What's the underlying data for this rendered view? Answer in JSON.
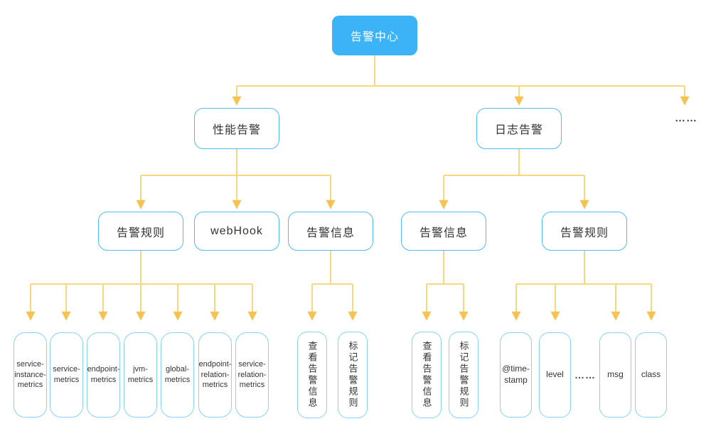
{
  "colors": {
    "root_bg": "#3BB3F6",
    "root_text": "#FFFFFF",
    "node_border": "#4FBCF7",
    "leaf_border": "#86D2F8",
    "node_text": "#333333",
    "connector_line": "#FAD67D",
    "connector_arrow": "#F7C24F",
    "ellipsis_text": "#4A4A4A"
  },
  "tree": {
    "root": {
      "label": "告警中心"
    },
    "more_branches_ellipsis": "……",
    "performance": {
      "label": "性能告警",
      "rules": {
        "label": "告警规则",
        "leaves": [
          "service-instance-metrics",
          "service-metrics",
          "endpoint-metrics",
          "jvm-metrics",
          "global-metrics",
          "endpoint-relation-metrics",
          "service-relation-metrics"
        ]
      },
      "webhook": {
        "label": "webHook"
      },
      "info": {
        "label": "告警信息",
        "leaves": [
          "查看告警信息",
          "标记告警规则"
        ]
      }
    },
    "log": {
      "label": "日志告警",
      "info": {
        "label": "告警信息",
        "leaves": [
          "查看告警信息",
          "标记告警规则"
        ]
      },
      "rules": {
        "label": "告警规则",
        "leaves": [
          "@time-stamp",
          "level",
          "……",
          "msg",
          "class"
        ]
      }
    }
  }
}
